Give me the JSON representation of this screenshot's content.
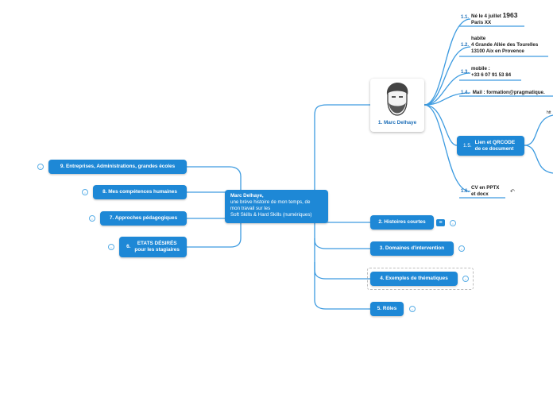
{
  "central": {
    "title": "Marc Delhaye,",
    "line1": "une brève histoire de mon temps, de",
    "line2": "mon travail sur les",
    "line3": "Soft Skills & Hard Skills (numériques)"
  },
  "profile": {
    "caption": "1. Marc Delhaye"
  },
  "details": [
    {
      "num": "1.1.",
      "lines": [
        "Né le 4 juillet",
        "Paris XX"
      ],
      "year": "1963"
    },
    {
      "num": "1.2.",
      "lines": [
        "habite",
        "4 Grande Allée des Tourelles",
        "13100 Aix en Provence"
      ]
    },
    {
      "num": "1.3.",
      "lines": [
        "mobile :",
        "+33 6 07 91 53 84"
      ]
    },
    {
      "num": "1.4.",
      "lines": [
        "Mail : formation@pragmatique."
      ]
    },
    {
      "num": "1.5.",
      "lines": [
        "Lien et QRCODE",
        "de ce document"
      ]
    },
    {
      "num": "1.6.",
      "lines": [
        "CV en PPTX",
        "et docx"
      ]
    }
  ],
  "right_nodes": [
    {
      "label": "2. Histoires courtes"
    },
    {
      "label": "3. Domaines d'intervention"
    },
    {
      "label": "4. Exemples de thématiques"
    },
    {
      "label": "5. Rôles"
    }
  ],
  "left_nodes": [
    {
      "label": "9. Entreprises, Administrations, grandes écoles"
    },
    {
      "label": "8. Mes compétences humaines"
    },
    {
      "label": "7. Approches pédagogiques"
    },
    {
      "num": "6.",
      "line1": "ETATS DÉSIRÉS",
      "line2": "pour les stagiaires"
    }
  ],
  "url_fragment": "htt",
  "colors": {
    "node": "#1e88d6",
    "edge": "#3d9be0",
    "marker": "#5aaee6"
  },
  "icons": {
    "note": "note-icon",
    "link": "link-icon",
    "collapse": "collapse-marker-icon",
    "portrait": "portrait-icon"
  }
}
